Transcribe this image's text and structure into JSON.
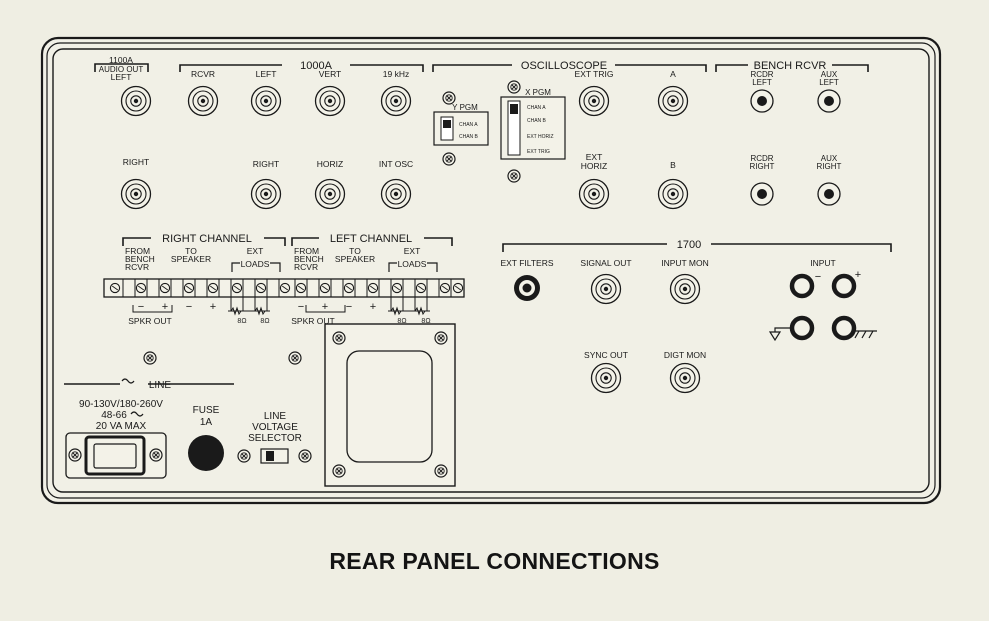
{
  "caption": "REAR PANEL CONNECTIONS",
  "groups": {
    "g1100a": "1100A",
    "g1000a": "1000A",
    "oscilloscope": "OSCILLOSCOPE",
    "bench_rcvr": "BENCH RCVR",
    "right_channel": "RIGHT CHANNEL",
    "left_channel": "LEFT CHANNEL",
    "g1700": "1700",
    "line": "LINE"
  },
  "labels": {
    "audio_out": "AUDIO OUT",
    "left_1100": "LEFT",
    "rcvr": "RCVR",
    "left_1000": "LEFT",
    "vert": "VERT",
    "khz19": "19 kHz",
    "right_1100": "RIGHT",
    "right_1000": "RIGHT",
    "horiz": "HORIZ",
    "int_osc": "INT OSC",
    "y_pgm": "Y PGM",
    "x_pgm": "X PGM",
    "chan_a": "CHAN A",
    "chan_b": "CHAN B",
    "x_chan_a": "CHAN A",
    "x_chan_b": "CHAN B",
    "ext_horiz_sw": "EXT HORIZ",
    "ext_trig_sw": "EXT TRIG",
    "ext_trig": "EXT TRIG",
    "osc_a": "A",
    "ext_horiz_1": "EXT",
    "ext_horiz_2": "HORIZ",
    "osc_b": "B",
    "rcdr_left_1": "RCDR",
    "rcdr_left_2": "LEFT",
    "aux_left_1": "AUX",
    "aux_left_2": "LEFT",
    "rcdr_right_1": "RCDR",
    "rcdr_right_2": "RIGHT",
    "aux_right_1": "AUX",
    "aux_right_2": "RIGHT",
    "from_r": "FROM",
    "bench_r": "BENCH",
    "rcvr_r": "RCVR",
    "to_r": "TO",
    "speaker_r": "SPEAKER",
    "ext_r": "EXT",
    "loads_r": "LOADS",
    "from_l": "FROM",
    "bench_l": "BENCH",
    "rcvr_l": "RCVR",
    "to_l": "TO",
    "speaker_l": "SPEAKER",
    "ext_l": "EXT",
    "loads_l": "LOADS",
    "spkr_out_r": "SPKR OUT",
    "spkr_out_l": "SPKR OUT",
    "ohm_r1": "8Ω",
    "ohm_r2": "8Ω",
    "ohm_l1": "8Ω",
    "ohm_l2": "8Ω",
    "ext_filters": "EXT FILTERS",
    "signal_out": "SIGNAL OUT",
    "input_mon": "INPUT MON",
    "input": "INPUT",
    "sync_out": "SYNC OUT",
    "digt_mon": "DIGT MON",
    "voltage_range": "90-130V/180-260V",
    "frequency": "48-66",
    "power_rating": "20 VA MAX",
    "fuse": "FUSE",
    "fuse_rating": "1A",
    "lvs_1": "LINE",
    "lvs_2": "VOLTAGE",
    "lvs_3": "SELECTOR"
  },
  "terminal_polarity": {
    "minus": "−",
    "plus": "+"
  }
}
